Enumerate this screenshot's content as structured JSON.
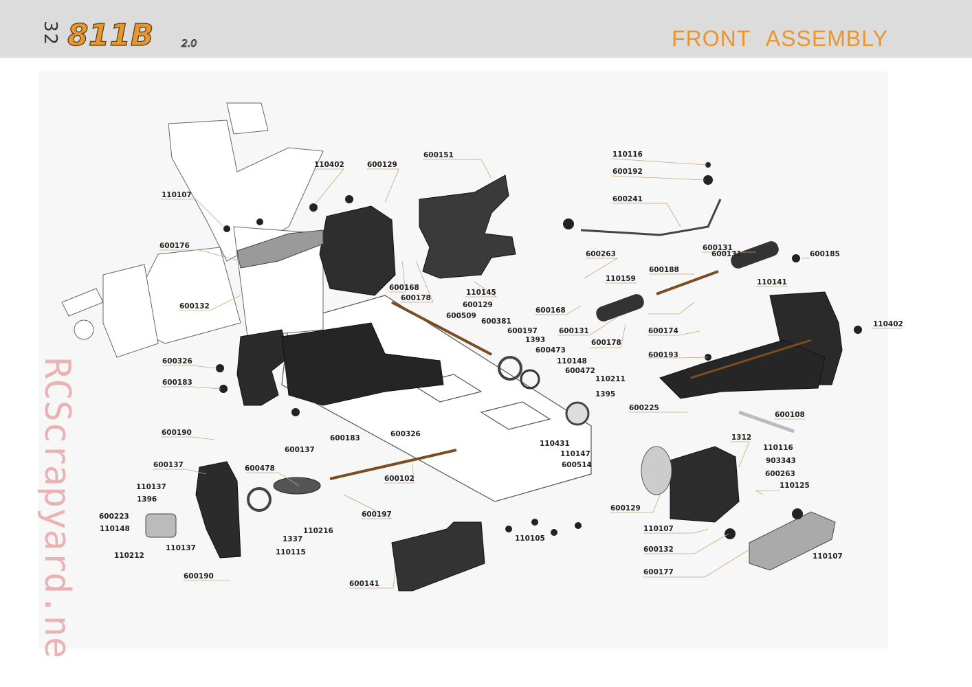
{
  "header": {
    "page_number": "32",
    "logo_text": "811B",
    "logo_sub": "2.0",
    "title": "FRONT   ASSEMBLY"
  },
  "watermark": {
    "text": "RCScrapyard.net"
  },
  "colors": {
    "accent": "#e8952f",
    "header_bg": "#dcdcdc",
    "watermark": "#e8a6a6"
  },
  "part_labels": [
    "110116",
    "600192",
    "600241",
    "600151",
    "110402",
    "600129",
    "110107",
    "600176",
    "600132",
    "600131",
    "600185",
    "600263",
    "600188",
    "110141",
    "110159",
    "600168",
    "600178",
    "110145",
    "600129",
    "600509",
    "600381",
    "600168",
    "600131",
    "600131",
    "600174",
    "600197",
    "1393",
    "600473",
    "600178",
    "110402",
    "110148",
    "600472",
    "600193",
    "110211",
    "1395",
    "600225",
    "600108",
    "600326",
    "600183",
    "600190",
    "600137",
    "600183",
    "600326",
    "110431",
    "110147",
    "600514",
    "1312",
    "110116",
    "903343",
    "600263",
    "110125",
    "600137",
    "600478",
    "600102",
    "110137",
    "1396",
    "600223",
    "110148",
    "110212",
    "110137",
    "1337",
    "110216",
    "110115",
    "600197",
    "110105",
    "600129",
    "110107",
    "600132",
    "110107",
    "600177",
    "600190",
    "600141"
  ]
}
